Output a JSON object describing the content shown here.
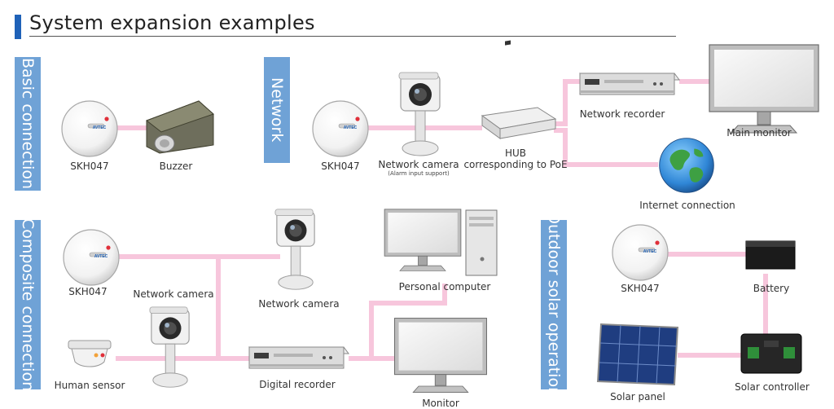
{
  "header": {
    "title": "System expansion examples"
  },
  "sections": {
    "basic": "Basic connection",
    "network": "Network",
    "composite": "Composite connection",
    "solar": "Outdoor solar operation"
  },
  "devices": {
    "brand_text": "AVTEC",
    "basic": {
      "sensor": "SKH047",
      "buzzer": "Buzzer"
    },
    "network": {
      "sensor": "SKH047",
      "camera": "Network camera",
      "camera_note": "(Alarm input support)",
      "hub_line1": "HUB",
      "hub_line2": "corresponding to PoE",
      "recorder": "Network recorder",
      "monitor": "Main monitor",
      "internet": "Internet connection"
    },
    "composite": {
      "sensor": "SKH047",
      "camera_left": "Network camera",
      "camera_top": "Network camera",
      "pc": "Personal computer",
      "human_sensor": "Human sensor",
      "recorder": "Digital recorder",
      "monitor": "Monitor"
    },
    "solar": {
      "sensor": "SKH047",
      "battery": "Battery",
      "panel": "Solar panel",
      "controller": "Solar controller"
    }
  },
  "colors": {
    "accent": "#1f62b8",
    "tab": "#6fa2d6",
    "connector": "#f7c6dc"
  }
}
